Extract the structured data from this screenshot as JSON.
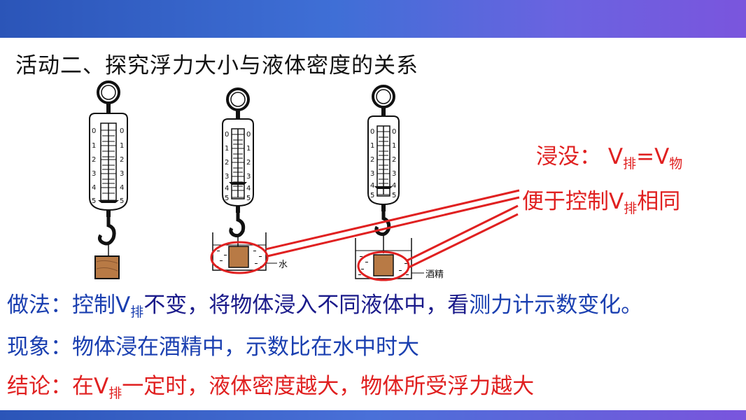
{
  "title": "活动二、探究浮力大小与液体密度的关系",
  "scale_labels": [
    "0",
    "1",
    "2",
    "3",
    "4",
    "5"
  ],
  "beaker_labels": {
    "water": "水",
    "alcohol": "酒精"
  },
  "notes": {
    "immersed_prefix": "浸没：",
    "v": "V",
    "pai": "排",
    "eq": "=V",
    "wu": "物",
    "control_prefix": "便于控制V",
    "control_suffix": "相同"
  },
  "method": {
    "label": "做法：",
    "part1": "控制V",
    "sub": "排",
    "part2": "不变，将物体浸入不同液体中，看",
    "part3": "测力计示数变化。"
  },
  "phenomenon": {
    "label": "现象：",
    "text": "物体浸在酒精中，示数比在水中时大"
  },
  "conclusion": {
    "label": "结论：",
    "part1": "在V",
    "sub": "排",
    "part2": "一定时，液体密度越大，物体所受浮力越大"
  }
}
